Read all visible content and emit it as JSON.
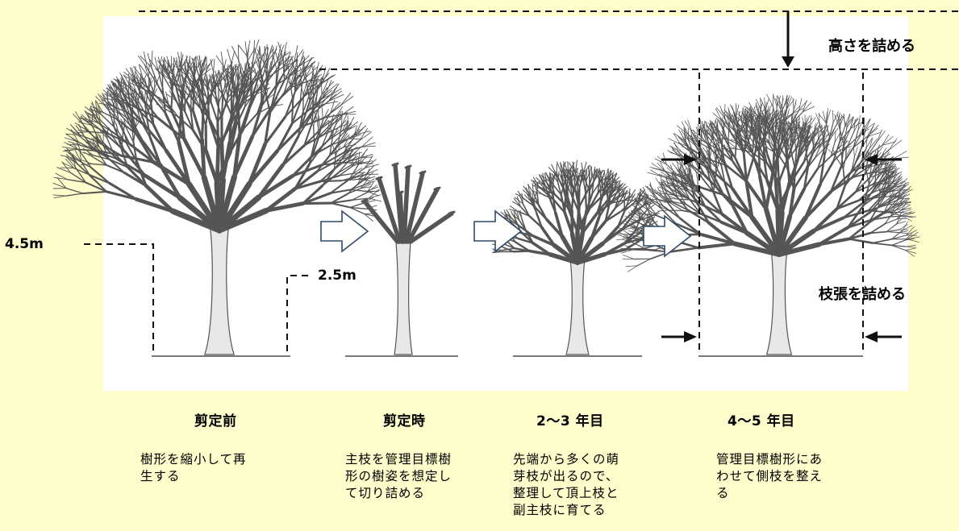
{
  "measurements": {
    "height_before": "4.5m",
    "height_after": "2.5m"
  },
  "callouts": {
    "reduce_height": "高さを詰める",
    "reduce_spread": "枝張を詰める"
  },
  "stages": [
    {
      "title": "剪定前",
      "description": "樹形を縮小して再\n生する"
    },
    {
      "title": "剪定時",
      "description": "主枝を管理目標樹\n形の樹姿を想定し\nて切り詰める"
    },
    {
      "title": "2～3 年目",
      "description": "先端から多くの萌\n芽枝が出るので、\n整理して頂上枝と\n副主枝に育てる"
    },
    {
      "title": "4～5 年目",
      "description": "管理目標樹形にあ\nわせて側枝を整え\nる"
    }
  ],
  "colors": {
    "background": "#FEFDCB",
    "panel": "#FFFFFF",
    "tree": "#555555",
    "arrow_outline": "#2E4A66"
  }
}
